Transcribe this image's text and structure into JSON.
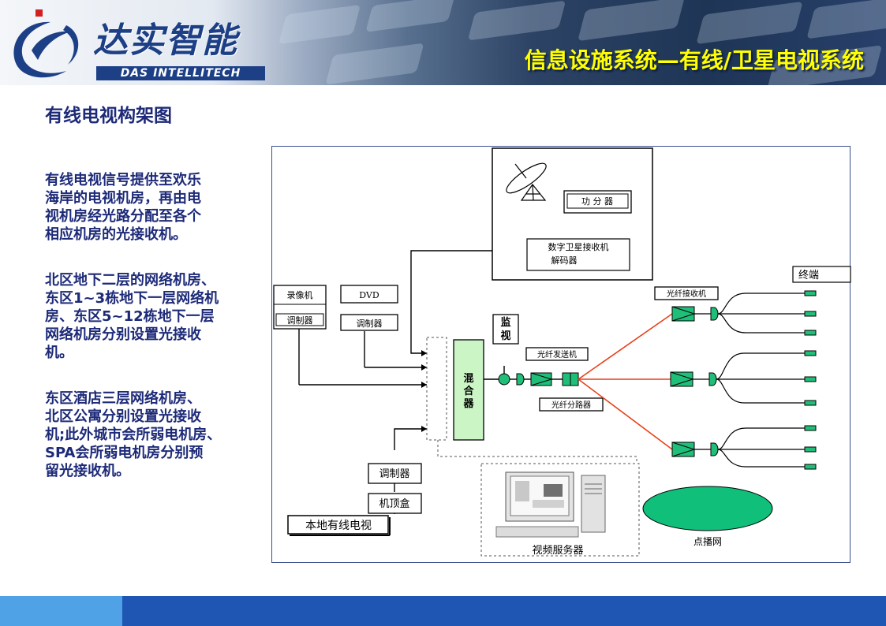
{
  "header": {
    "brand_name": "达实智能",
    "brand_sub": "DAS INTELLITECH",
    "slide_title": "信息设施系统—有线/卫星电视系统"
  },
  "section_heading": "有线电视构架图",
  "paragraphs": [
    "有线电视信号提供至欢乐\n海岸的电视机房，再由电\n视机房经光路分配至各个\n相应机房的光接收机。",
    "北区地下二层的网络机房、\n东区1~3栋地下一层网络机\n房、东区5~12栋地下一层\n网络机房分别设置光接收\n机。",
    "东区酒店三层网络机房、\n北区公寓分别设置光接收\n机;此外城市会所弱电机房、\nSPA会所弱电机房分别预\n留光接收机。"
  ],
  "diagram": {
    "power_splitter": "功 分 器",
    "satellite_receiver": "数字卫星接收机",
    "decoder": "解码器",
    "terminal": "终端",
    "vcr": "录像机",
    "dvd": "DVD",
    "modulator": "调制器",
    "monitor": "监\n视",
    "fiber_receiver": "光纤接收机",
    "mixer": "混\n合\n器",
    "fiber_transmitter": "光纤发送机",
    "fiber_splitter": "光纤分路器",
    "local_modulator": "调制器",
    "set_top_box": "机顶盒",
    "local_cable_tv": "本地有线电视",
    "video_server": "视频服务器",
    "vod_network": "点播网"
  },
  "colors": {
    "title_yellow": "#ffff00",
    "text_navy": "#1d2a78",
    "fiber_line": "#e8401a",
    "mixer_fill": "#ccf5c6",
    "cyan_fill": "#1fbf7a",
    "vod_fill": "#0fbf7a",
    "footer_blue": "#1f56b4",
    "footer_accent": "#4fa2e6"
  }
}
